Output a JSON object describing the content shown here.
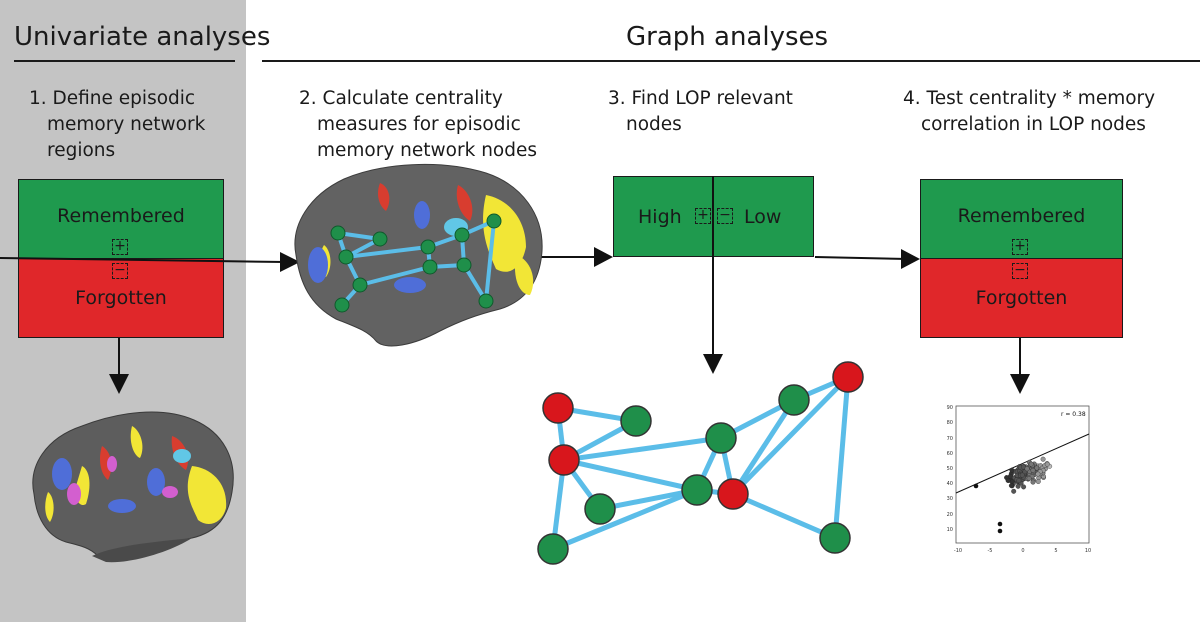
{
  "sections": {
    "univariate": "Univariate analyses",
    "graph": "Graph analyses"
  },
  "steps": {
    "step1": [
      "1. Define episodic",
      "memory network",
      "regions"
    ],
    "step2": [
      "2. Calculate centrality",
      "measures for episodic",
      "memory network nodes"
    ],
    "step3": [
      "3. Find LOP relevant",
      "nodes"
    ],
    "step4": [
      "4. Test centrality * memory",
      "correlation in LOP nodes"
    ]
  },
  "boxes": {
    "box1": {
      "top": "Remembered",
      "bottom": "Forgotten",
      "plus": "+",
      "minus": "−"
    },
    "box3": {
      "left": "High",
      "right": "Low",
      "plus": "+",
      "minus": "−"
    },
    "box4": {
      "top": "Remembered",
      "bottom": "Forgotten",
      "plus": "+",
      "minus": "−"
    }
  },
  "scatter": {
    "stat": "r = 0.38",
    "xticks": [
      "-10",
      "-5",
      "0",
      "5",
      "10"
    ],
    "yticks": [
      "90",
      "80",
      "70",
      "60",
      "50",
      "40",
      "30",
      "20",
      "10"
    ]
  },
  "colors": {
    "panel": "#c4c4c4",
    "green": "#1f9a4e",
    "red": "#e0272a",
    "edge": "#5bbde8",
    "node_green": "#1f8f4a",
    "node_red": "#d8161c"
  }
}
